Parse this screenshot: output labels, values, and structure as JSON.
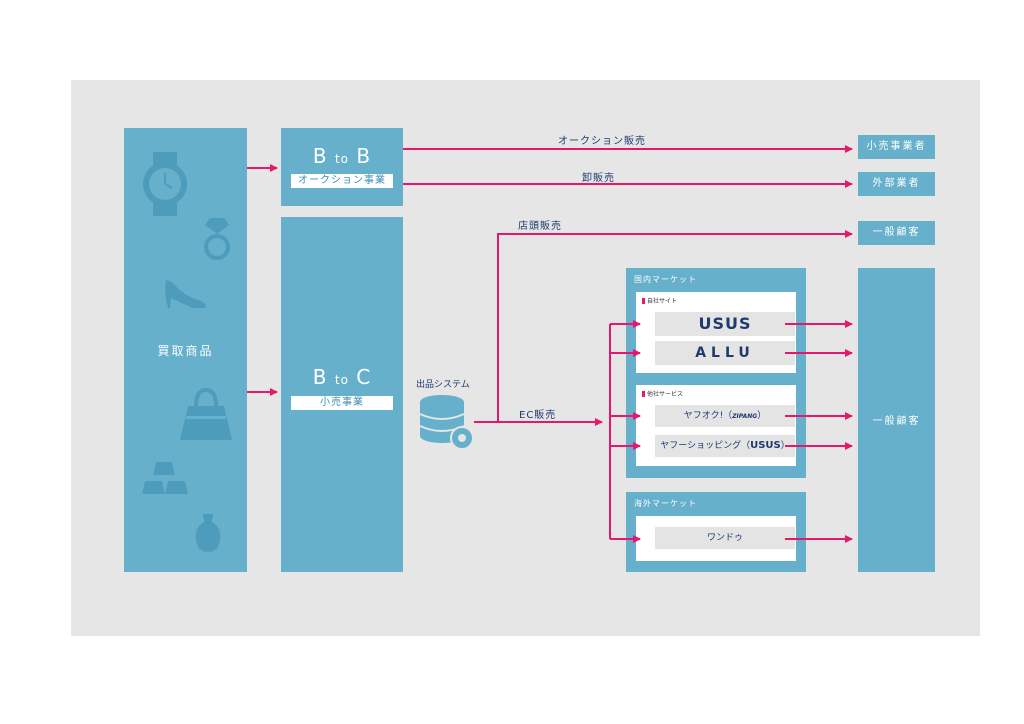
{
  "source": {
    "label": "買取商品"
  },
  "btob": {
    "title_left": "B",
    "title_mid": "to",
    "title_right": "B",
    "subtitle": "オークション事業"
  },
  "btoc": {
    "title_left": "B",
    "title_mid": "to",
    "title_right": "C",
    "subtitle": "小売事業"
  },
  "system": {
    "label": "出品システム"
  },
  "flows": {
    "auction": "オークション販売",
    "wholesale": "卸販売",
    "store": "店頭販売",
    "ec": "EC販売"
  },
  "destinations": {
    "retailers": "小売事業者",
    "external": "外部業者",
    "general_top": "一般顧客",
    "general_main": "一般顧客"
  },
  "domestic": {
    "title": "国内マーケット",
    "own_sites": {
      "tag": "自社サイト",
      "items": [
        "USUS",
        "ALLU"
      ]
    },
    "other_services": {
      "tag": "他社サービス",
      "yahoo_auction": "ヤフオク!（",
      "zipang": "ZIPANG",
      "close_paren": "）",
      "yahoo_shopping": "ヤフーショッピング（",
      "usus": "USUS"
    }
  },
  "overseas": {
    "title": "海外マーケット",
    "items": [
      "ワンドゥ"
    ]
  },
  "colors": {
    "box": "#66b0cb",
    "arrow": "#e5186e",
    "text_dark": "#1e3a6e",
    "bg": "#e6e6e6"
  }
}
